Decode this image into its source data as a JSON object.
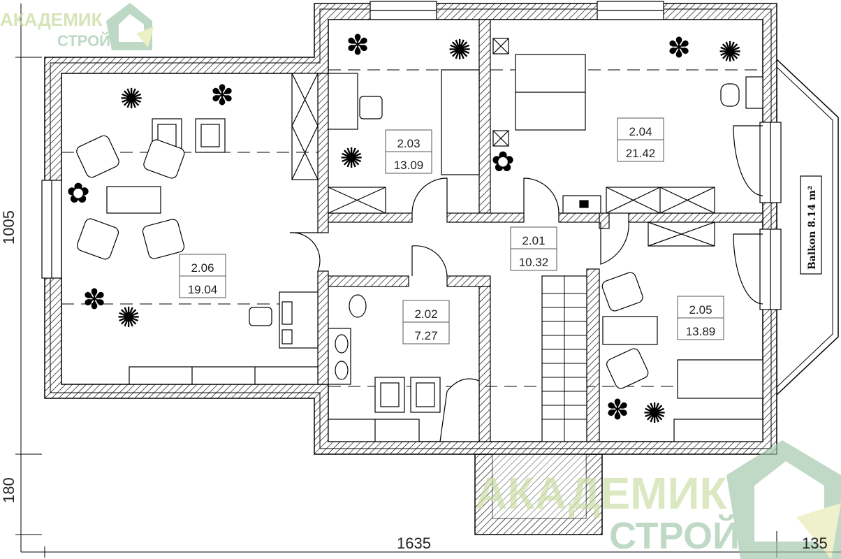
{
  "logo_small": {
    "line1": "АКАДЕМИК",
    "line2": "СТРОЙ"
  },
  "watermark": {
    "line1": "АКАДЕМИК",
    "line2": "СТРОЙ"
  },
  "colors": {
    "logo_green": "#9fc6a9",
    "logo_yellow": "#e6ebb0",
    "wall": "#000000"
  },
  "rooms": [
    {
      "number": "2.01",
      "area": "10.32"
    },
    {
      "number": "2.02",
      "area": "7.27"
    },
    {
      "number": "2.03",
      "area": "13.09"
    },
    {
      "number": "2.04",
      "area": "21.42"
    },
    {
      "number": "2.05",
      "area": "13.89"
    },
    {
      "number": "2.06",
      "area": "19.04"
    }
  ],
  "balcony": {
    "label": "Balkon  8.14  m²"
  },
  "dimensions": {
    "height_main": "1005",
    "height_porch": "180",
    "width_main": "1635",
    "width_balcony": "135"
  }
}
